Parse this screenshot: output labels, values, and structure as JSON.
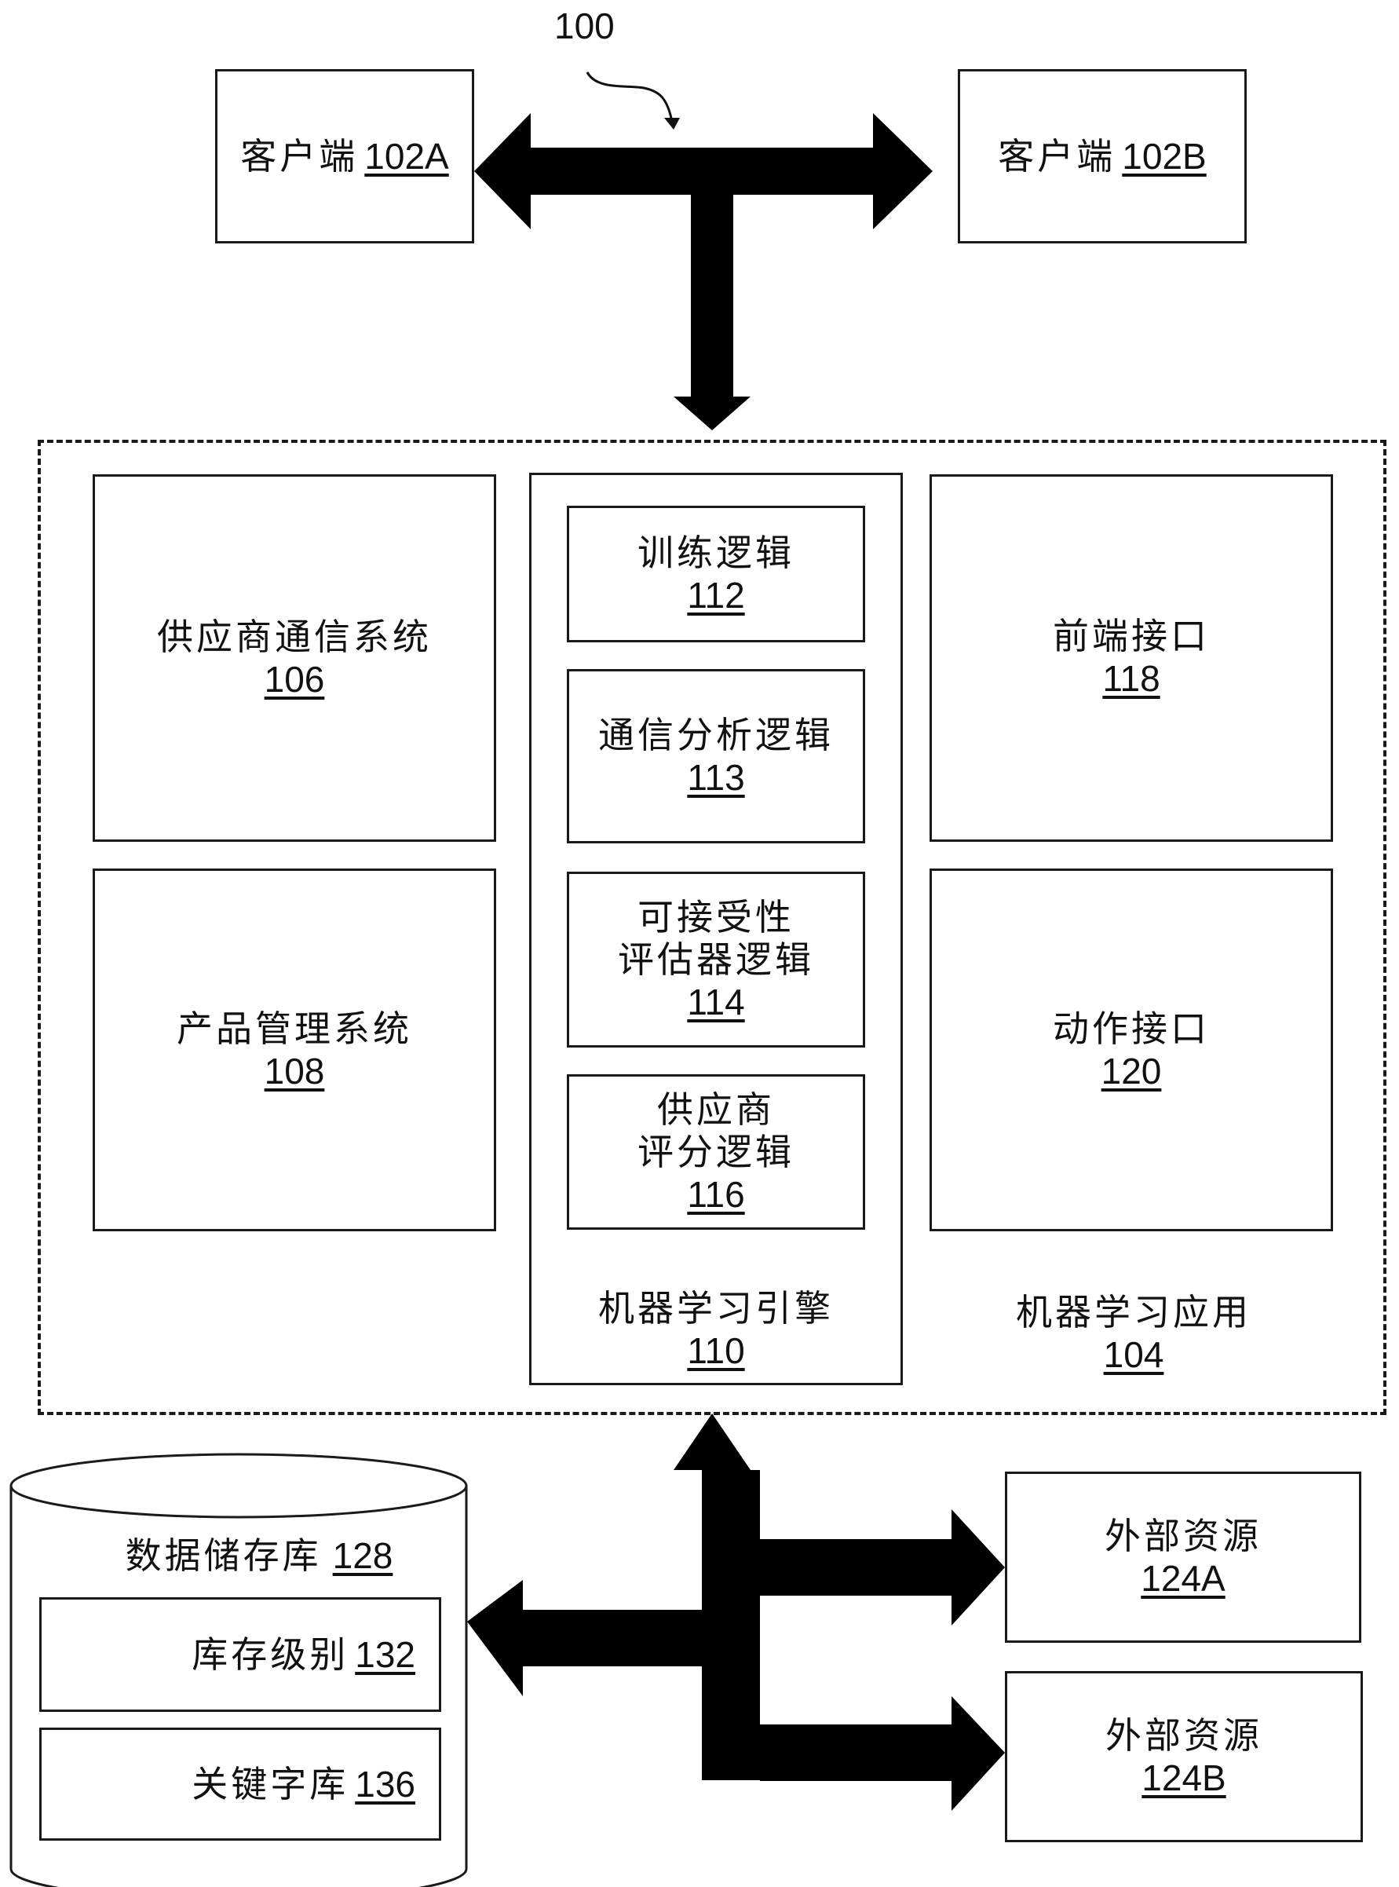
{
  "figure_ref": "100",
  "clients": {
    "a": {
      "label": "客户端",
      "ref": "102A"
    },
    "b": {
      "label": "客户端",
      "ref": "102B"
    }
  },
  "ml_app": {
    "label": "机器学习应用",
    "ref": "104",
    "supplier_comm": {
      "label": "供应商通信系统",
      "ref": "106"
    },
    "product_mgmt": {
      "label": "产品管理系统",
      "ref": "108"
    },
    "front_end": {
      "label": "前端接口",
      "ref": "118"
    },
    "action_iface": {
      "label": "动作接口",
      "ref": "120"
    },
    "engine": {
      "label": "机器学习引擎",
      "ref": "110",
      "training": {
        "label": "训练逻辑",
        "ref": "112"
      },
      "comm_analysis": {
        "label": "通信分析逻辑",
        "ref": "113"
      },
      "acceptability": {
        "label1": "可接受性",
        "label2": "评估器逻辑",
        "ref": "114"
      },
      "supplier_scoring": {
        "label1": "供应商",
        "label2": "评分逻辑",
        "ref": "116"
      }
    }
  },
  "datastore": {
    "label": "数据储存库",
    "ref": "128",
    "inventory": {
      "label": "库存级别",
      "ref": "132"
    },
    "keywords": {
      "label": "关键字库",
      "ref": "136"
    }
  },
  "external": {
    "a": {
      "label": "外部资源",
      "ref": "124A"
    },
    "b": {
      "label": "外部资源",
      "ref": "124B"
    }
  }
}
